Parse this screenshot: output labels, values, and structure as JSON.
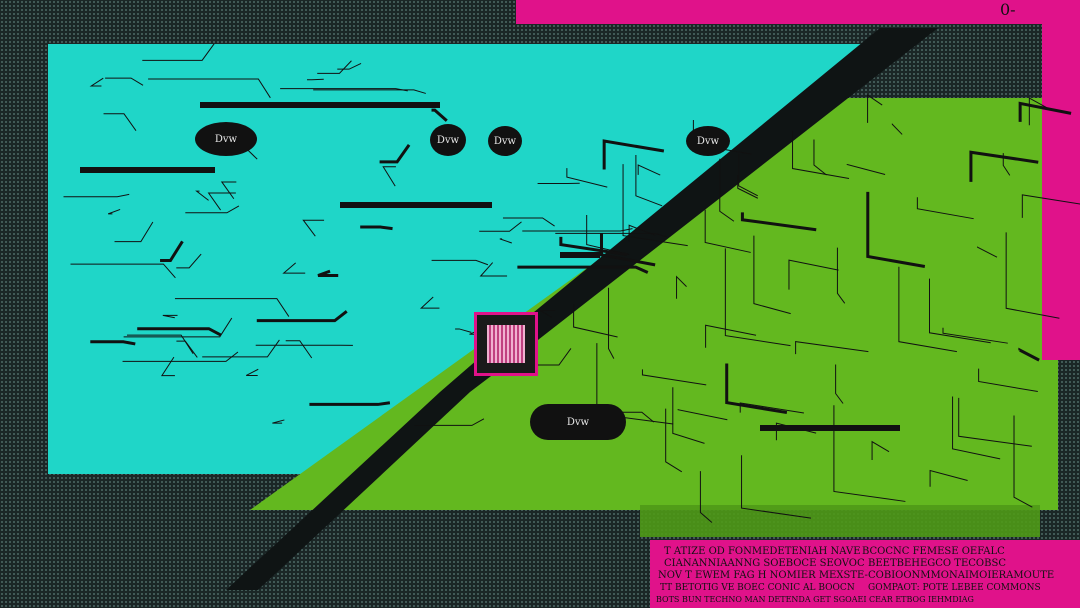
{
  "top_right_label": "0-",
  "nodes": {
    "top_left": "Dvw",
    "top_center_a": "Dvw",
    "top_center_b": "Dvw",
    "top_right": "Dvw",
    "lower_center": "Dvw"
  },
  "bottom_strip": {
    "line1_a": "T ATIZE OD FONMEDETENIAH NAVE",
    "line1_b": "BCOCNC FEMESE OEFALC",
    "line2_a": "CIANANNIAANNG SOEBOCE SEOVOC",
    "line2_b": "BEETBEHEGCO TECOBSC",
    "line3_a": "NOV T EWEM FAG H NOMIER MEXSTE-",
    "line3_b": "COBIOONMMONAIMOIERAMOUTE",
    "line4_a": "TT BETOTIG VE BOEC CONIC AL BOOCN",
    "line4_b": "GOMPAOT: POTE LEBEE COMMONS",
    "line5": "BOTS BUN TECHNO MAN DETENDA GET SGOAEI CEAR ETBOG IEHMDIAG"
  },
  "colors": {
    "cyan": "#1fd6c8",
    "green": "#63b81f",
    "magenta": "#e0128a",
    "dark": "#0f1414"
  }
}
